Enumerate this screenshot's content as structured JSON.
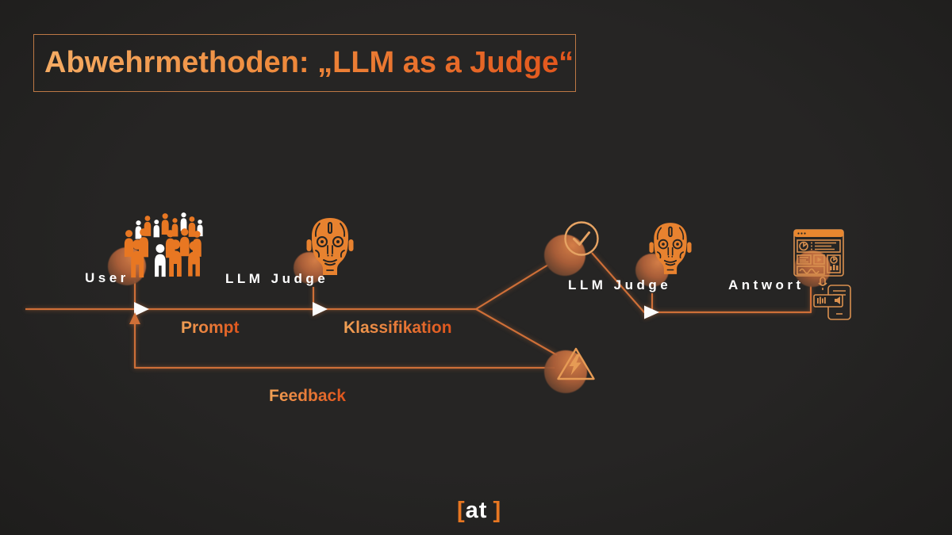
{
  "slide": {
    "title": "Abwehrmethoden: „LLM as a Judge“"
  },
  "diagram": {
    "nodes": {
      "user": {
        "label": "User",
        "icon": "crowd-icon"
      },
      "judge1": {
        "label": "LLM Judge",
        "icon": "robot-judge-head-icon"
      },
      "check": {
        "icon": "check-circle-icon"
      },
      "warning": {
        "icon": "warning-lightning-icon"
      },
      "judge2": {
        "label": "LLM Judge",
        "icon": "robot-judge-head-icon"
      },
      "antwort": {
        "label": "Antwort",
        "icon": "dashboard-devices-icon"
      }
    },
    "edge_labels": {
      "prompt": "Prompt",
      "klassifikation": "Klassifikation",
      "feedback": "Feedback"
    },
    "colors": {
      "background": "#242322",
      "accent_orange": "#E87722",
      "line_orange": "#CE6F38",
      "node_label_white": "#FFFFFF",
      "text_gradient_start": "#F5AB63",
      "text_gradient_end": "#E2551C"
    }
  },
  "footer": {
    "logo": {
      "bracket_open": "[",
      "text": "at",
      "bracket_close": "]"
    }
  }
}
